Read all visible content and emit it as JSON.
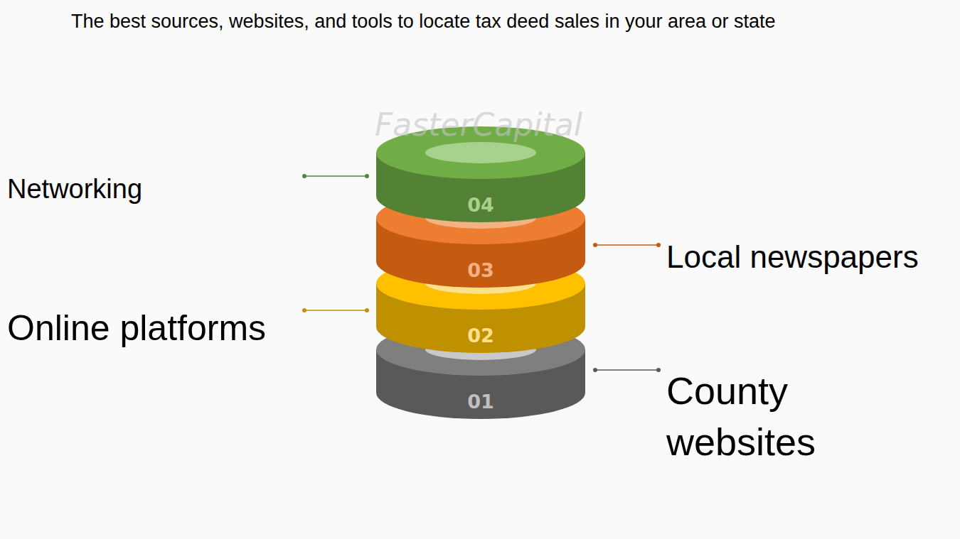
{
  "diagram": {
    "title": "The best sources, websites, and tools to locate tax deed sales in your area or state",
    "nodes": [
      {
        "text": [
          "01",
          "County websites"
        ]
      },
      {
        "text": [
          "02",
          "Online platforms"
        ]
      },
      {
        "text": [
          "03",
          "Local newspapers"
        ]
      },
      {
        "text": [
          "04",
          "Networking"
        ]
      }
    ],
    "labels": [
      "FasterCapital"
    ]
  }
}
